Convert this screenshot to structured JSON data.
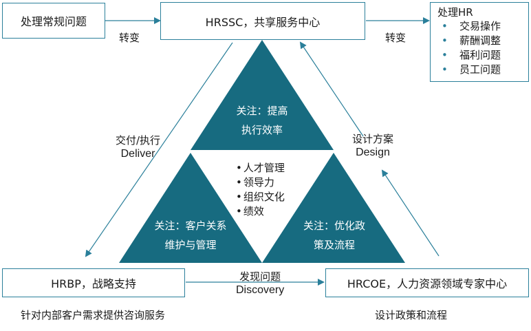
{
  "boxes": {
    "routine": "处理常规问题",
    "hrssc": "HRSSC，共享服务中心",
    "handle_hr": {
      "title": "处理HR",
      "items": [
        "交易操作",
        "薪酬调整",
        "福利问题",
        "员工问题"
      ]
    },
    "hrbp": "HRBP，战略支持",
    "hrcoe": "HRCOE，人力资源领域专家中心"
  },
  "labels": {
    "transform_left": "转变",
    "transform_right": "转变",
    "deliver_cn": "交付/执行",
    "deliver_en": "Deliver",
    "design_cn": "设计方案",
    "design_en": "Design",
    "discovery_cn": "发现问题",
    "discovery_en": "Discovery",
    "hrbp_caption": "针对内部客户需求提供咨询服务",
    "hrcoe_caption": "设计政策和流程"
  },
  "triangles": {
    "top_line1": "关注：提高",
    "top_line2": "执行效率",
    "left_line1": "关注：客户关系",
    "left_line2": "维护与管理",
    "right_line1": "关注：优化政",
    "right_line2": "策及流程"
  },
  "center_bullets": [
    "人才管理",
    "领导力",
    "组织文化",
    "绩效"
  ],
  "colors": {
    "teal": "#176b80",
    "border": "#2a7f9a",
    "arrow": "#2a7f9a"
  }
}
